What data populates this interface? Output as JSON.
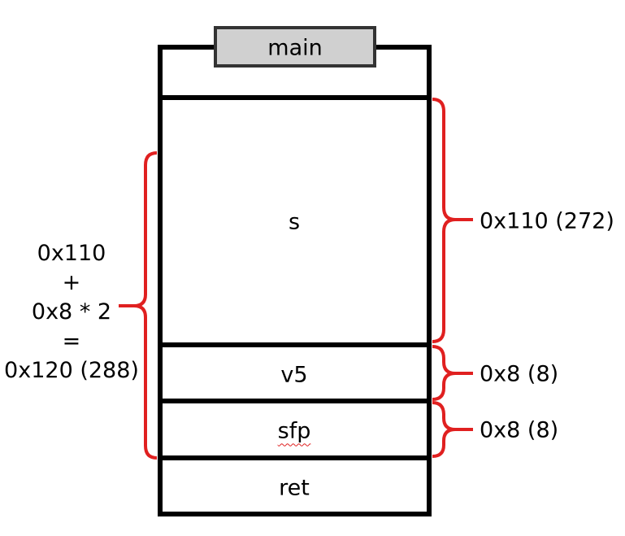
{
  "title": "main",
  "stack": {
    "s": "s",
    "v5": "v5",
    "sfp": "sfp",
    "ret": "ret"
  },
  "right_labels": {
    "s": "0x110 (272)",
    "v5": "0x8 (8)",
    "sfp": "0x8 (8)"
  },
  "left_calc": {
    "line1": "0x110",
    "line2": "+",
    "line3": "0x8 * 2",
    "line4": "=",
    "line5": "0x120 (288)"
  },
  "colors": {
    "border": "#000000",
    "brace": "#e02020",
    "title_fill": "#d0d0d0"
  }
}
